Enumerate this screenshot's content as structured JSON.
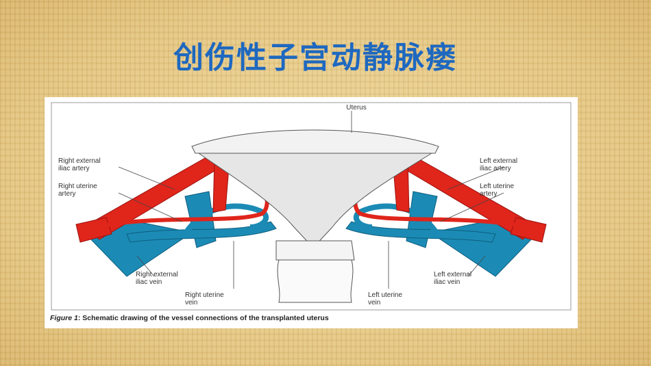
{
  "slide": {
    "title": "创伤性子宫动静脉瘘"
  },
  "figure": {
    "caption_label": "Figure 1",
    "caption_text": ": Schematic drawing of the vessel connections of the transplanted uterus",
    "labels": {
      "uterus": "Uterus",
      "right_external_iliac_artery_1": "Right external",
      "right_external_iliac_artery_2": "iliac artery",
      "right_uterine_artery_1": "Right uterine",
      "right_uterine_artery_2": "artery",
      "right_external_iliac_vein_1": "Right external",
      "right_external_iliac_vein_2": "iliac vein",
      "right_uterine_vein_1": "Right uterine",
      "right_uterine_vein_2": "vein",
      "left_external_iliac_artery_1": "Left external",
      "left_external_iliac_artery_2": "iliac artery",
      "left_uterine_artery_1": "Left uterine",
      "left_uterine_artery_2": "artery",
      "left_external_iliac_vein_1": "Left external",
      "left_external_iliac_vein_2": "iliac vein",
      "left_uterine_vein_1": "Left uterine",
      "left_uterine_vein_2": "vein"
    },
    "colors": {
      "artery": "#e0251b",
      "vein": "#1b8bb5",
      "uterus_fill": "#e6e6e6",
      "outline": "#555555"
    }
  }
}
